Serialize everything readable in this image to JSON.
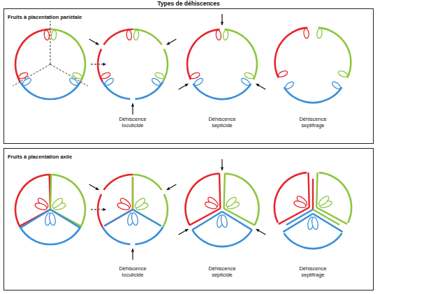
{
  "diagram": {
    "title": "Types de déhiscences",
    "nodes": [
      {
        "text": [
          "Fruits à placentation pariétale"
        ]
      },
      {
        "text": [
          "Fruits à placentation axile"
        ]
      }
    ],
    "labels": [
      "Déhiscence loculicide",
      "Déhiscence septicide",
      "Déhiscence septifrage",
      "Déhiscence loculicide",
      "Déhiscence septicide",
      "Déhiscence septifrage"
    ]
  }
}
